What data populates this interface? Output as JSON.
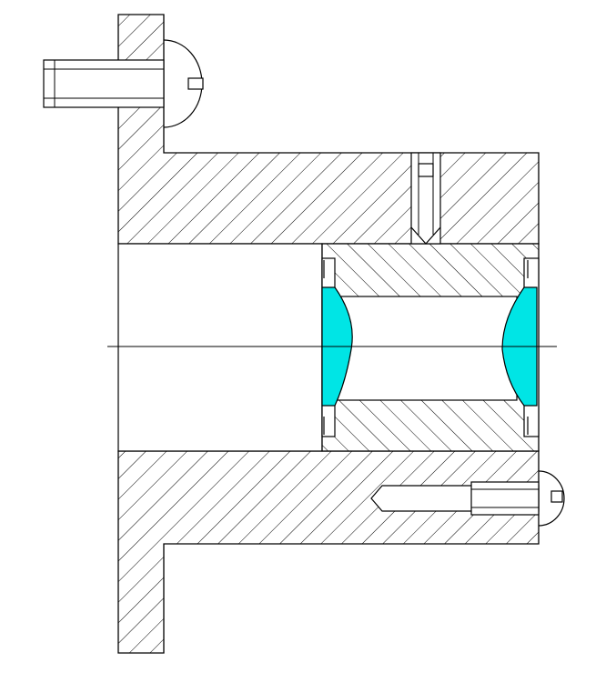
{
  "drawing": {
    "kind": "mechanical cross-section",
    "colors": {
      "line": "#000000",
      "background": "#ffffff",
      "lens": "#00e5e5"
    },
    "components": [
      "flange-housing",
      "lens-barrel",
      "front-lens",
      "rear-lens",
      "top-screw",
      "set-screw",
      "bottom-screw",
      "optical-axis"
    ]
  }
}
